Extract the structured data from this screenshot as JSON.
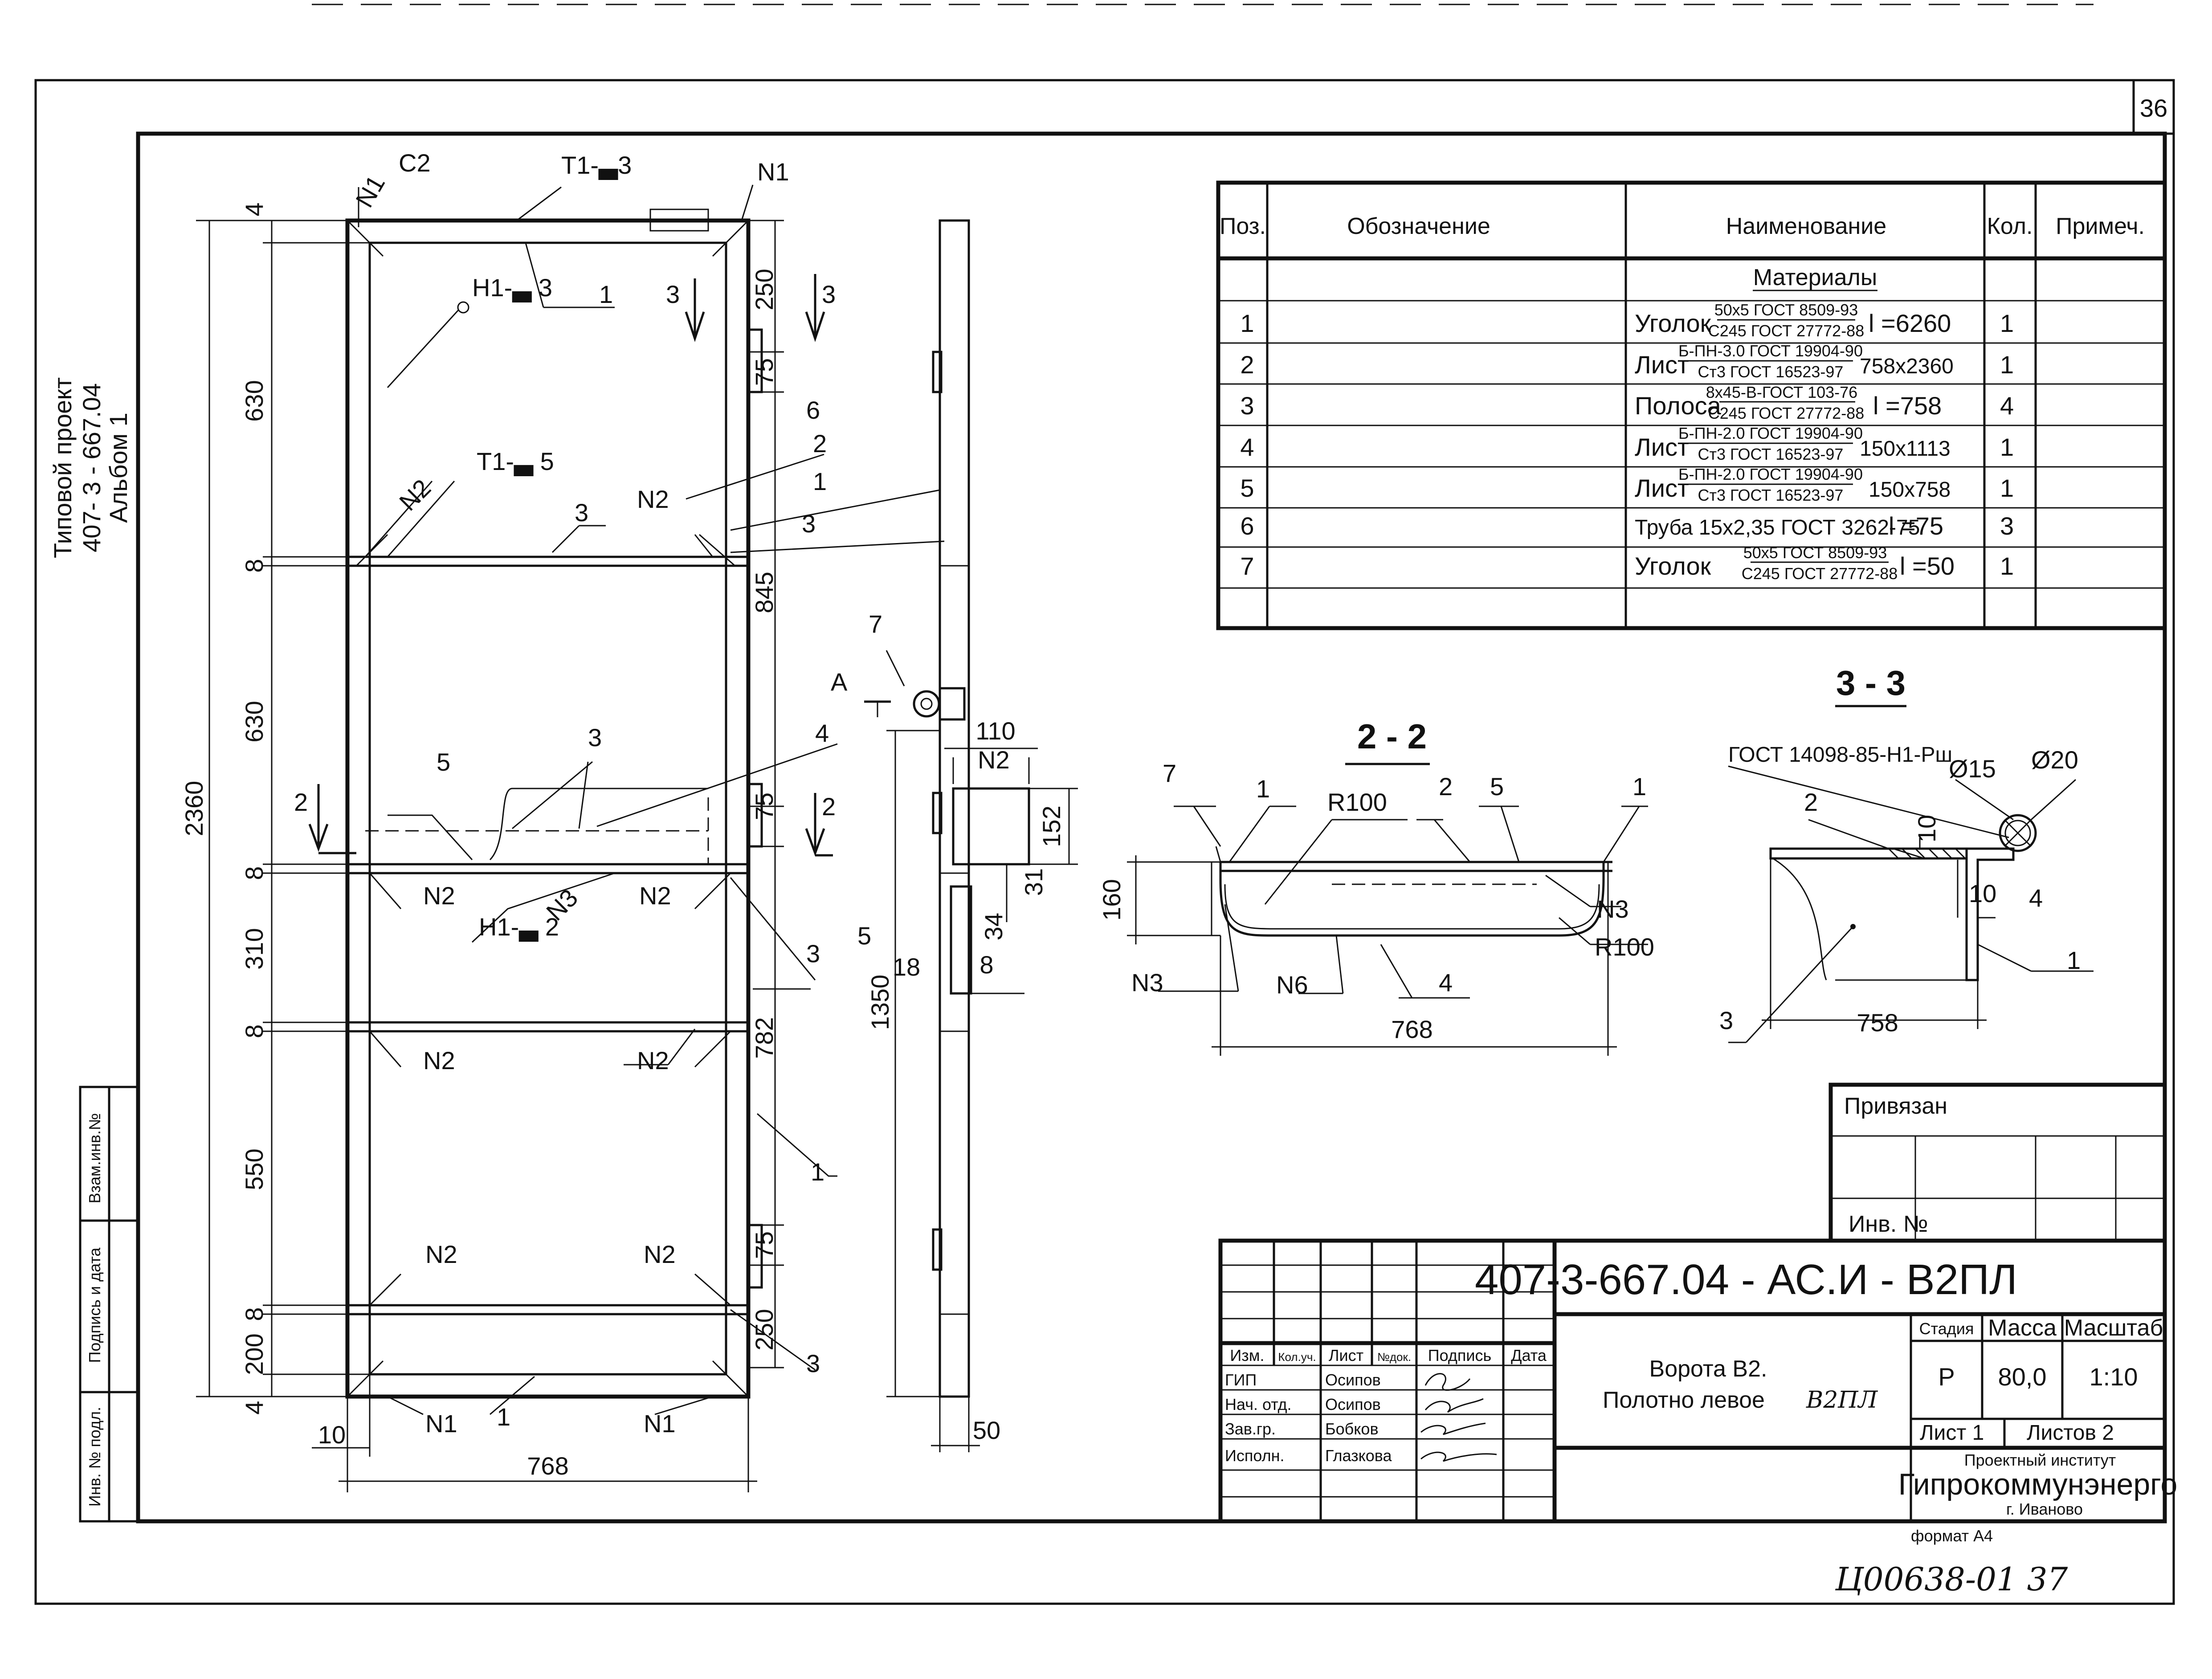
{
  "sheet_number": "36",
  "side_stamp": {
    "line1": "Типовой проект",
    "line2": "407- 3 - 667.04",
    "line3": "Альбом 1"
  },
  "left_stamp": {
    "cells": [
      "Взам.инв.№",
      "Подпись и дата",
      "Инв. № подл."
    ]
  },
  "spec_table": {
    "headers": [
      "Поз.",
      "Обозначение",
      "Наименование",
      "Кол.",
      "Примеч."
    ],
    "section_title": "Материалы",
    "rows": [
      {
        "pos": "1",
        "name": "Уголок",
        "frac_top": "50x5 ГОСТ 8509-93",
        "frac_bottom": "С245 ГОСТ 27772-88",
        "size": "l =6260",
        "qty": "1"
      },
      {
        "pos": "2",
        "name": "Лист",
        "frac_top": "Б-ПН-3.0 ГОСТ 19904-90",
        "frac_bottom": "Ст3 ГОСТ 16523-97",
        "size": "758x2360",
        "qty": "1"
      },
      {
        "pos": "3",
        "name": "Полоса",
        "frac_top": "8x45-В-ГОСТ 103-76",
        "frac_bottom": "С245 ГОСТ 27772-88",
        "size": "l =758",
        "qty": "4"
      },
      {
        "pos": "4",
        "name": "Лист",
        "frac_top": "Б-ПН-2.0 ГОСТ 19904-90",
        "frac_bottom": "Ст3 ГОСТ 16523-97",
        "size": "150x1113",
        "qty": "1"
      },
      {
        "pos": "5",
        "name": "Лист",
        "frac_top": "Б-ПН-2.0 ГОСТ 19904-90",
        "frac_bottom": "Ст3 ГОСТ 16523-97",
        "size": "150x758",
        "qty": "1"
      },
      {
        "pos": "6",
        "name": "Труба 15x2,35  ГОСТ 3262-75",
        "frac_top": "",
        "frac_bottom": "",
        "size": "l =75",
        "qty": "3"
      },
      {
        "pos": "7",
        "name": "Уголок",
        "frac_top": "50x5 ГОСТ 8509-93",
        "frac_bottom": "С245 ГОСТ 27772-88",
        "size": "l =50",
        "qty": "1"
      }
    ]
  },
  "front_view": {
    "labels": {
      "c2": "C2",
      "t1_d3": "T1-▃3",
      "n1": "N1",
      "h1_d3": "H1-▃ 3",
      "t1_d5": "T1-▃ 5",
      "n2": "N2",
      "n3": "N3",
      "h1_d2": "H1-▃ 2",
      "pos1": "1",
      "pos2": "2",
      "pos3": "3",
      "pos4": "4",
      "pos5": "5",
      "pos6": "6",
      "pos7": "7",
      "section2": "2",
      "section3": "3",
      "section_a": "A"
    },
    "dims_left": [
      "4",
      "630",
      "8",
      "630",
      "8",
      "310",
      "8",
      "550",
      "8",
      "200",
      "4"
    ],
    "dim_total": "2360",
    "dims_right": [
      "250",
      "75",
      "845",
      "75",
      "782",
      "75",
      "250"
    ],
    "dim_bottom": "768",
    "dim_bottom_small": "10",
    "side_dims": [
      "110",
      "152",
      "31",
      "34",
      "18",
      "8",
      "1350",
      "50"
    ]
  },
  "section_2_2": {
    "title": "2 - 2",
    "labels": [
      "7",
      "1",
      "R100",
      "2",
      "5",
      "1",
      "N3",
      "R100",
      "N3",
      "N6",
      "4"
    ],
    "dim_height": "160",
    "dim_width": "768"
  },
  "section_3_3": {
    "title": "3 - 3",
    "gost": "ГОСТ 14098-85-H1-Рш",
    "d15": "Ø15",
    "d20": "Ø20",
    "labels": [
      "2",
      "10",
      "10",
      "4",
      "1",
      "3"
    ],
    "dim_width": "758"
  },
  "title_block": {
    "bound": "Привязан",
    "inv_no": "Инв. №",
    "code": "407-3-667.04 - АС.И - В2ПЛ",
    "sig_headers": [
      "Изм.",
      "Кол.уч.",
      "Лист",
      "№док.",
      "Подпись",
      "Дата"
    ],
    "people": [
      {
        "role": "ГИП",
        "name": "Осипов"
      },
      {
        "role": "Нач. отд.",
        "name": "Осипов"
      },
      {
        "role": "Зав.гр.",
        "name": "Бобков"
      },
      {
        "role": "Исполн.",
        "name": "Глазкова"
      }
    ],
    "description_line1": "Ворота В2.",
    "description_line2": "Полотно левое",
    "description_mark": "В2ПЛ",
    "stage_header": "Стадия",
    "mass_header": "Масса",
    "scale_header": "Масштаб",
    "stage": "Р",
    "mass": "80,0",
    "scale": "1:10",
    "sheet": "Лист 1",
    "sheets": "Листов 2",
    "org_line1": "Проектный институт",
    "org_line2": "Гипрокоммунэнерго",
    "org_city": "г. Иваново",
    "format": "формат А4"
  },
  "handwritten_note": "Ц00638-01   37"
}
